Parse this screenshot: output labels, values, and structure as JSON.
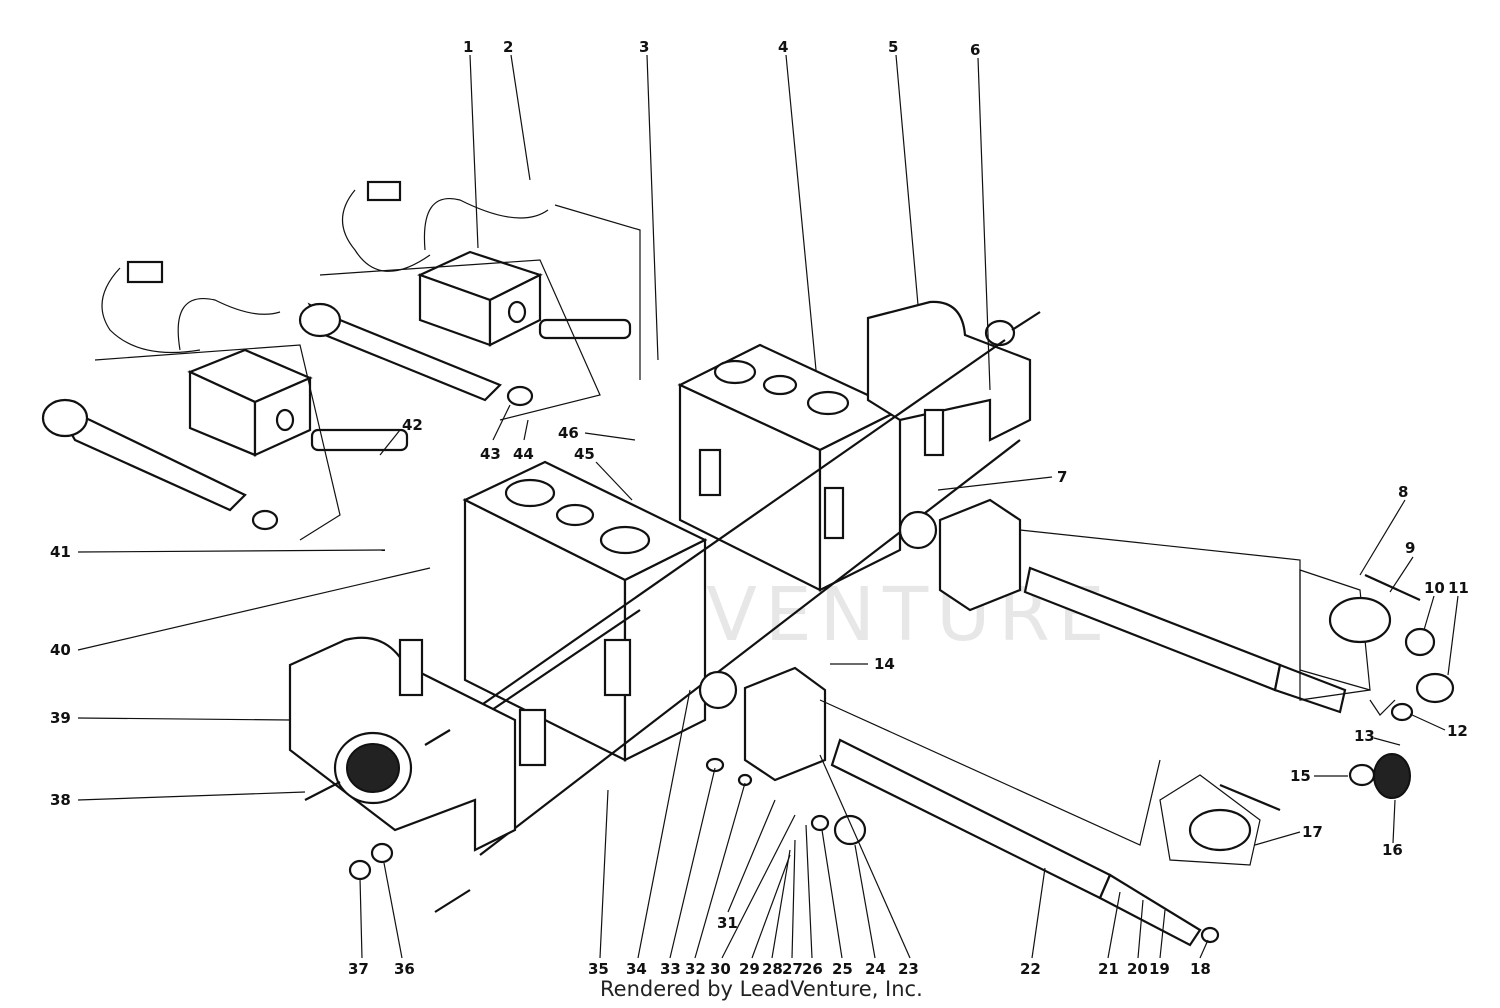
{
  "watermark": "LEADVENTURE",
  "credit": "Rendered by LeadVenture, Inc.",
  "callouts": [
    "1",
    "2",
    "3",
    "4",
    "5",
    "6",
    "7",
    "8",
    "9",
    "10",
    "11",
    "12",
    "13",
    "14",
    "15",
    "16",
    "17",
    "18",
    "19",
    "20",
    "21",
    "22",
    "23",
    "24",
    "25",
    "26",
    "27",
    "28",
    "29",
    "30",
    "31",
    "32",
    "33",
    "34",
    "35",
    "36",
    "37",
    "38",
    "39",
    "40",
    "41",
    "42",
    "43",
    "44",
    "45",
    "46"
  ]
}
